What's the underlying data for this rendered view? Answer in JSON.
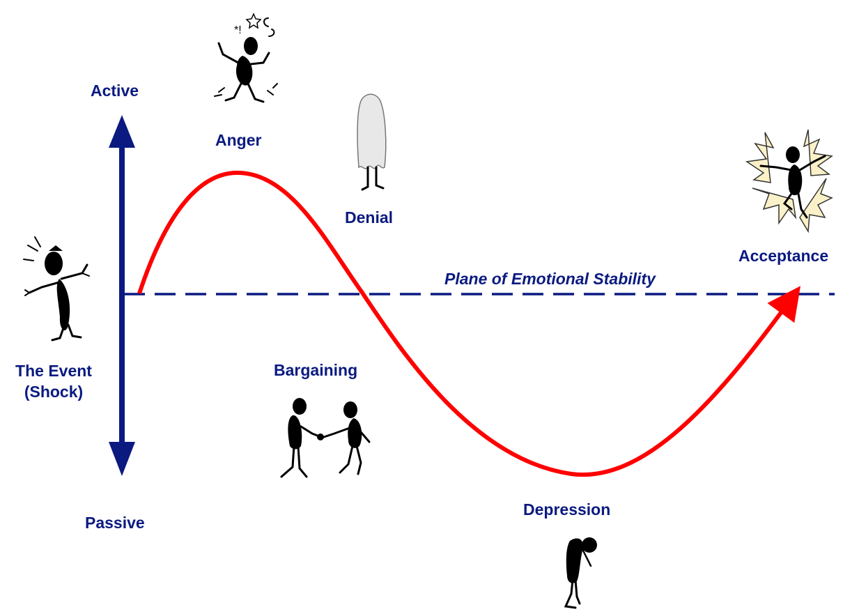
{
  "labels": {
    "axis_top": "Active",
    "axis_bottom": "Passive",
    "event_line1": "The Event",
    "event_line2": "(Shock)",
    "anger": "Anger",
    "denial": "Denial",
    "bargaining": "Bargaining",
    "depression": "Depression",
    "acceptance": "Acceptance",
    "plane": "Plane of Emotional Stability"
  },
  "colors": {
    "text": "#0a1a80",
    "axis": "#0a1a80",
    "curve": "#ff0000",
    "figure": "#000000",
    "ghost": "#e8e8e8",
    "burst": "#fbf1c8"
  },
  "icons": [
    "shock-figure-icon",
    "angry-figure-icon",
    "ghost-figure-icon",
    "handshake-figures-icon",
    "depressed-figure-icon",
    "celebrating-figure-icon"
  ]
}
